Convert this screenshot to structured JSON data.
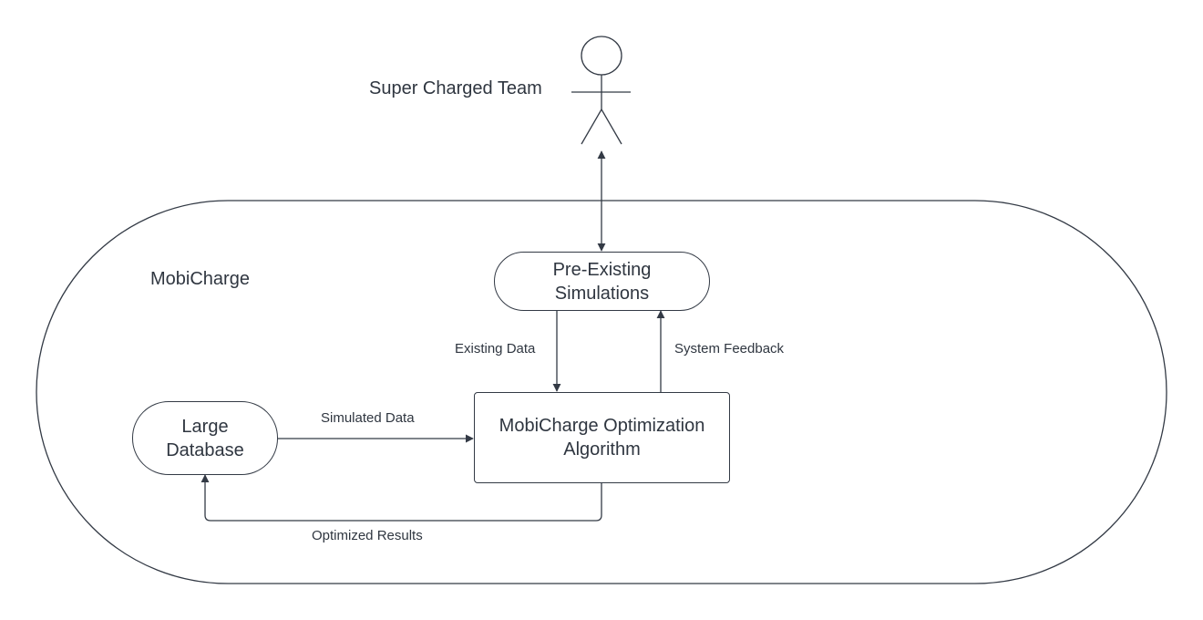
{
  "diagram": {
    "system_label": "MobiCharge",
    "actor_label": "Super Charged Team",
    "nodes": {
      "simulations": "Pre-Existing\nSimulations",
      "database": "Large\nDatabase",
      "algorithm": "MobiCharge Optimization\nAlgorithm"
    },
    "edges": {
      "existing_data": "Existing Data",
      "system_feedback": "System Feedback",
      "simulated_data": "Simulated Data",
      "optimized_results": "Optimized Results"
    },
    "stroke_color": "#333a45"
  }
}
